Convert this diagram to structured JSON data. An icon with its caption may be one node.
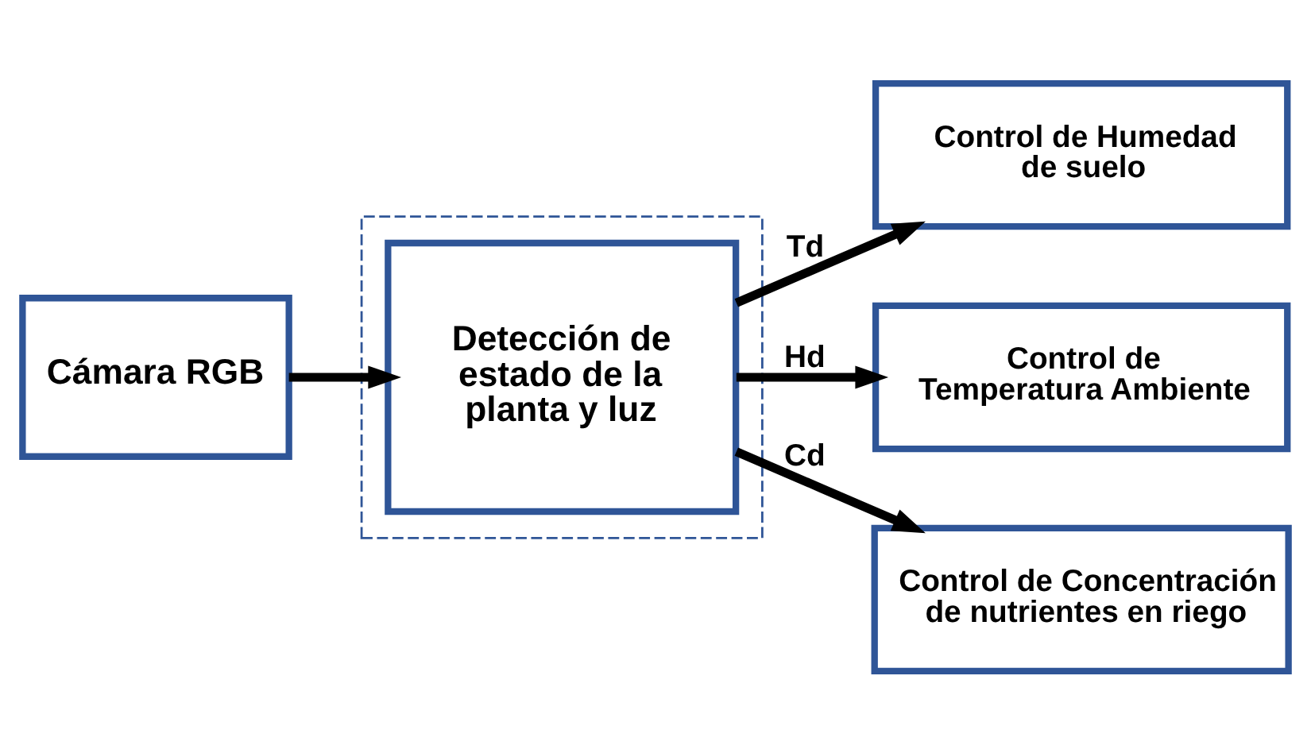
{
  "diagram": {
    "nodes": [
      {
        "text": [
          "Cámara RGB"
        ]
      },
      {
        "text": [],
        "shape": "box"
      },
      {
        "text": [
          "Detección de estado de la planta y luz"
        ],
        "in": 1
      },
      {
        "text": [
          "Control de Humedad de suelo"
        ]
      },
      {
        "text": [
          "Control de Temperatura Ambiente"
        ]
      },
      {
        "text": [
          "Control de Concentración de nutrientes en riego"
        ]
      }
    ],
    "edges": [
      {
        "from": 0,
        "to": 2,
        "arrow": "to"
      },
      {
        "from": 2,
        "to": 3,
        "arrow": "to",
        "label": "Td"
      },
      {
        "from": 2,
        "to": 4,
        "arrow": "to",
        "label": "Hd"
      },
      {
        "from": 2,
        "to": 5,
        "arrow": "to",
        "label": "Cd"
      }
    ]
  }
}
